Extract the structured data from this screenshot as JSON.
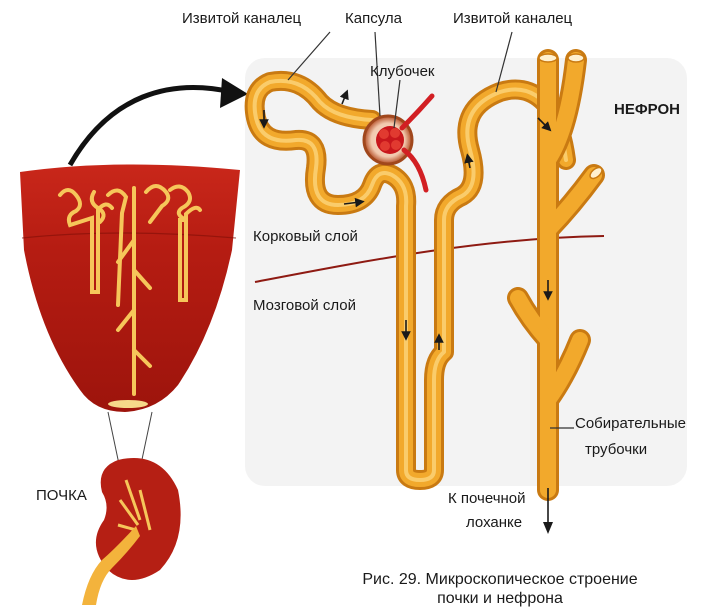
{
  "labels": {
    "convoluted_tubule_left": "Извитой каналец",
    "capsule": "Капсула",
    "convoluted_tubule_right": "Извитой каналец",
    "glomerulus": "Клубочек",
    "nephron": "НЕФРОН",
    "cortex": "Корковый слой",
    "medulla": "Мозговой слой",
    "collecting_ducts_line1": "Собирательные",
    "collecting_ducts_line2": "трубочки",
    "to_pelvis_line1": "К почечной",
    "to_pelvis_line2": "лоханке",
    "kidney": "ПОЧКА"
  },
  "caption": {
    "line1": "Рис. 29. Микроскопическое строение",
    "line2": "почки и нефрона"
  },
  "colors": {
    "tubule": "#f2a92c",
    "tubule_dark": "#c97a12",
    "tissue_red": "#b81c12",
    "tissue_dark": "#8e1009",
    "panel": "#f3f3f3",
    "boundary": "#8e1a12"
  }
}
